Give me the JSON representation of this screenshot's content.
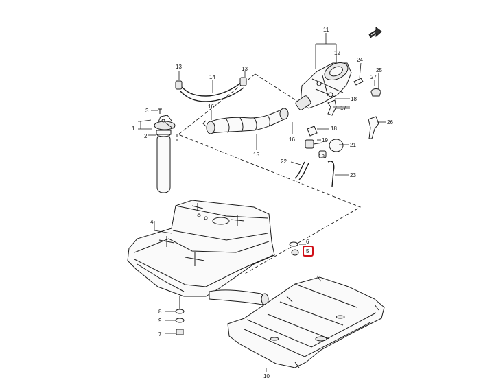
{
  "diagram": {
    "callouts": [
      {
        "id": "c1",
        "label": "1"
      },
      {
        "id": "c2",
        "label": "2"
      },
      {
        "id": "c3",
        "label": "3"
      },
      {
        "id": "c4",
        "label": "4"
      },
      {
        "id": "c5",
        "label": "5"
      },
      {
        "id": "c6",
        "label": "6"
      },
      {
        "id": "c7",
        "label": "7"
      },
      {
        "id": "c8",
        "label": "8"
      },
      {
        "id": "c9",
        "label": "9"
      },
      {
        "id": "c10",
        "label": "10"
      },
      {
        "id": "c11",
        "label": "11"
      },
      {
        "id": "c12",
        "label": "12"
      },
      {
        "id": "c13a",
        "label": "13"
      },
      {
        "id": "c13b",
        "label": "13"
      },
      {
        "id": "c14",
        "label": "14"
      },
      {
        "id": "c15",
        "label": "15"
      },
      {
        "id": "c16a",
        "label": "16"
      },
      {
        "id": "c16b",
        "label": "16"
      },
      {
        "id": "c17",
        "label": "17"
      },
      {
        "id": "c18a",
        "label": "18"
      },
      {
        "id": "c18b",
        "label": "18"
      },
      {
        "id": "c18c",
        "label": "18"
      },
      {
        "id": "c19",
        "label": "19"
      },
      {
        "id": "c21",
        "label": "21"
      },
      {
        "id": "c22",
        "label": "22"
      },
      {
        "id": "c23",
        "label": "23"
      },
      {
        "id": "c24",
        "label": "24"
      },
      {
        "id": "c25",
        "label": "25"
      },
      {
        "id": "c26",
        "label": "26"
      },
      {
        "id": "c27",
        "label": "27"
      }
    ],
    "highlight_color": "#d01018",
    "highlighted_callout": "5",
    "orientation_icon": "front-arrow-icon"
  }
}
